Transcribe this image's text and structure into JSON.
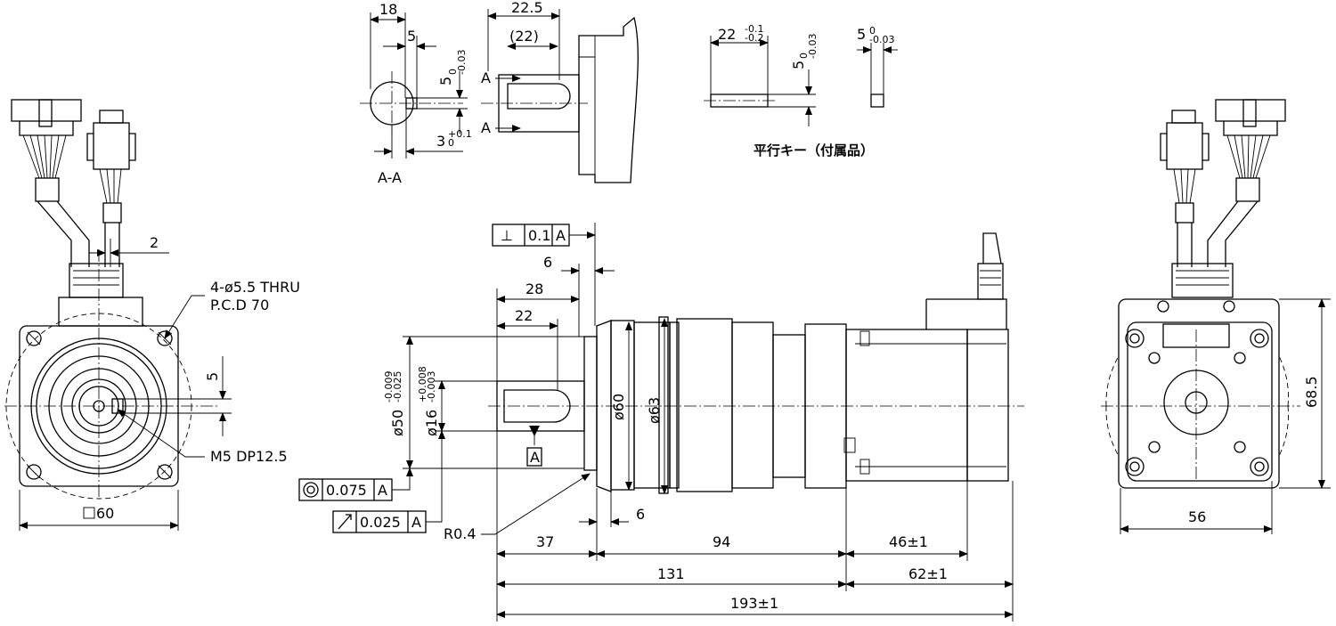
{
  "section_view": {
    "label": "A-A",
    "dims": {
      "shaft_len": "18",
      "key_depth": "5",
      "key_width": "5",
      "key_width_tol": "0\n-0.03",
      "key_height": "3",
      "key_height_tol": "+0.1\n0"
    }
  },
  "shaft_detail": {
    "dims": {
      "shaft_len": "22.5",
      "key_len": "(22)"
    },
    "section_marks": [
      "A",
      "A"
    ]
  },
  "parallel_key": {
    "caption": "平行キー（付属品）",
    "dims": {
      "length": "22",
      "length_tol_upper": "-0.1",
      "length_tol_lower": "-0.2",
      "height": "5",
      "height_tol": "0\n-0.03",
      "width": "5",
      "width_tol": "0\n-0.03"
    }
  },
  "front_view": {
    "hole_note": "4-ø5.5 THRU",
    "pcd_note": "P.C.D 70",
    "tap_note": "M5 DP12.5",
    "square_size": "60",
    "dim_2": "2",
    "dim_5": "5"
  },
  "side_view": {
    "perpendicularity": {
      "symbol": "⊥",
      "value": "0.1",
      "datum": "A"
    },
    "concentricity": {
      "value": "0.075",
      "datum": "A"
    },
    "runout": {
      "value": "0.025",
      "datum": "A"
    },
    "datum_label": "A",
    "radius_note": "R0.4",
    "dims": {
      "flange_gap": "6",
      "shaft_28": "28",
      "key_22": "22",
      "pilot_dia": "ø50",
      "pilot_tol": "-0.009\n-0.025",
      "shaft_dia": "ø16",
      "shaft_tol": "+0.008\n-0.003",
      "body_60": "ø60",
      "body_63": "ø63",
      "gap_6": "6",
      "len_37": "37",
      "len_94": "94",
      "len_46": "46±1",
      "len_131": "131",
      "len_62": "62±1",
      "len_193": "193±1"
    }
  },
  "rear_view": {
    "height": "68.5",
    "width": "56"
  }
}
